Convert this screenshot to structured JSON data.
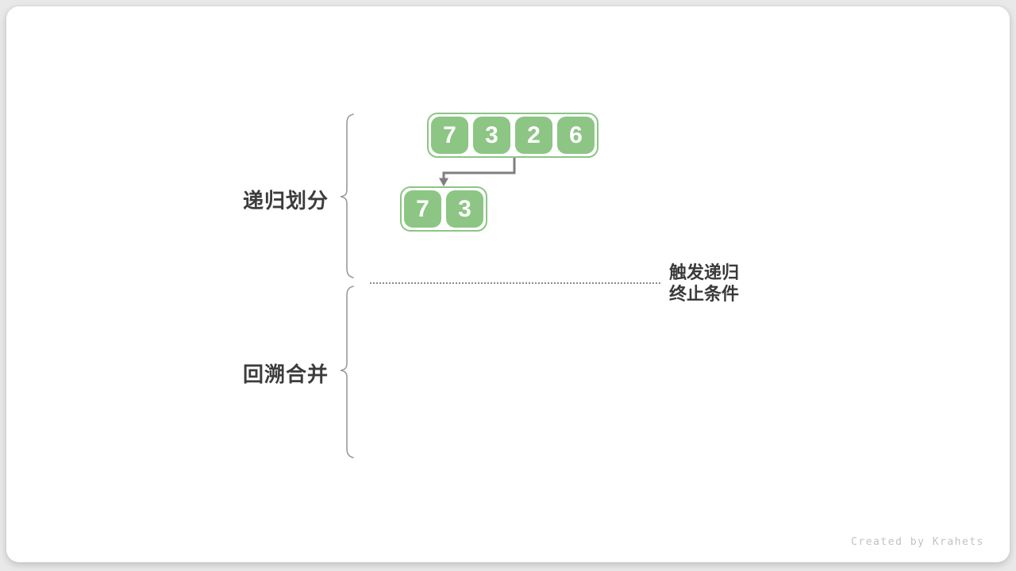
{
  "diagram": {
    "phase_labels": [
      {
        "label": "递归划分"
      },
      {
        "label": "回溯合并"
      }
    ],
    "top_array": {
      "values": [
        "7",
        "3",
        "2",
        "6"
      ]
    },
    "sub_array": {
      "values": [
        "7",
        "3"
      ]
    },
    "termination_note": {
      "line1": "触发递归",
      "line2": "终止条件"
    },
    "watermark": "Created by Krahets"
  },
  "colors": {
    "cell_green": "#8dc585",
    "container_border_green": "#8dc585",
    "arrow_gray": "#7f7f7f",
    "brace_gray": "#9a9a9a",
    "label_text": "#3c3c3c",
    "dotted_line_gray": "#8a8a8a",
    "watermark_gray": "#c2c2c2",
    "card_background": "#ffffff",
    "page_background": "#e9e9e9"
  }
}
